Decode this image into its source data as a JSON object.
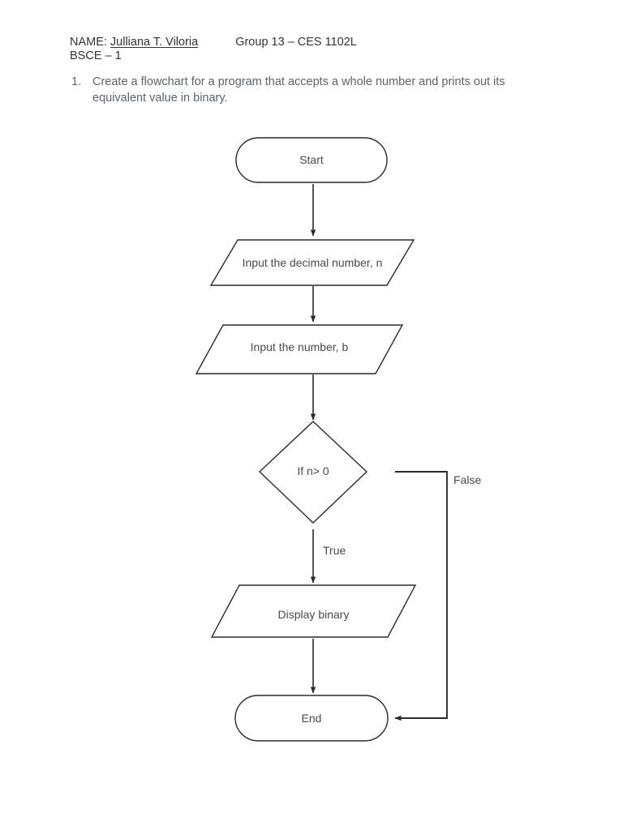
{
  "document": {
    "header": {
      "name_label": "NAME:",
      "name_value": "Julliana T. Viloria",
      "group": "Group 13 – CES 1102L",
      "course": "BSCE – 1"
    },
    "instruction": {
      "number": "1.",
      "text": "Create a flowchart for a program that accepts a whole number and prints out its equivalent value in binary."
    }
  },
  "flowchart": {
    "nodes": [
      {
        "id": "start",
        "shape": "terminator",
        "label": "Start"
      },
      {
        "id": "input-n",
        "shape": "parallelogram",
        "label": "Input the decimal number, n"
      },
      {
        "id": "input-b",
        "shape": "parallelogram",
        "label": "Input the number, b"
      },
      {
        "id": "decision",
        "shape": "diamond",
        "label": "If n> 0"
      },
      {
        "id": "display",
        "shape": "parallelogram",
        "label": "Display binary"
      },
      {
        "id": "end",
        "shape": "terminator",
        "label": "End"
      }
    ],
    "edges": [
      {
        "from": "start",
        "to": "input-n",
        "label": ""
      },
      {
        "from": "input-n",
        "to": "input-b",
        "label": ""
      },
      {
        "from": "input-b",
        "to": "decision",
        "label": ""
      },
      {
        "from": "decision",
        "to": "display",
        "label": "True"
      },
      {
        "from": "decision",
        "to": "end",
        "label": "False"
      },
      {
        "from": "display",
        "to": "end",
        "label": ""
      }
    ],
    "colors": {
      "stroke": "#2b2b2b",
      "text": "#4a4a4a",
      "background": "#ffffff"
    }
  }
}
